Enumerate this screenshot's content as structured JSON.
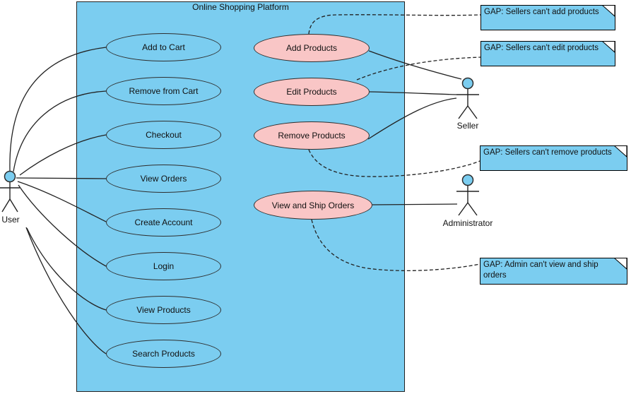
{
  "colors": {
    "blue": "#7bcdf0",
    "pink": "#f9c6c6",
    "stroke": "#2e2e2e"
  },
  "system": {
    "title": "Online Shopping Platform"
  },
  "use_cases": {
    "user": [
      "Add to Cart",
      "Remove from Cart",
      "Checkout",
      "View Orders",
      "Create Account",
      "Login",
      "View Products",
      "Search Products"
    ],
    "gap": [
      "Add Products",
      "Edit Products",
      "Remove Products",
      "View and Ship Orders"
    ]
  },
  "actors": {
    "user": "User",
    "seller": "Seller",
    "administrator": "Administrator"
  },
  "notes": [
    "GAP: Sellers can't add products",
    "GAP: Sellers can't edit products",
    "GAP: Sellers can't remove products",
    "GAP: Admin can't view and ship orders"
  ]
}
